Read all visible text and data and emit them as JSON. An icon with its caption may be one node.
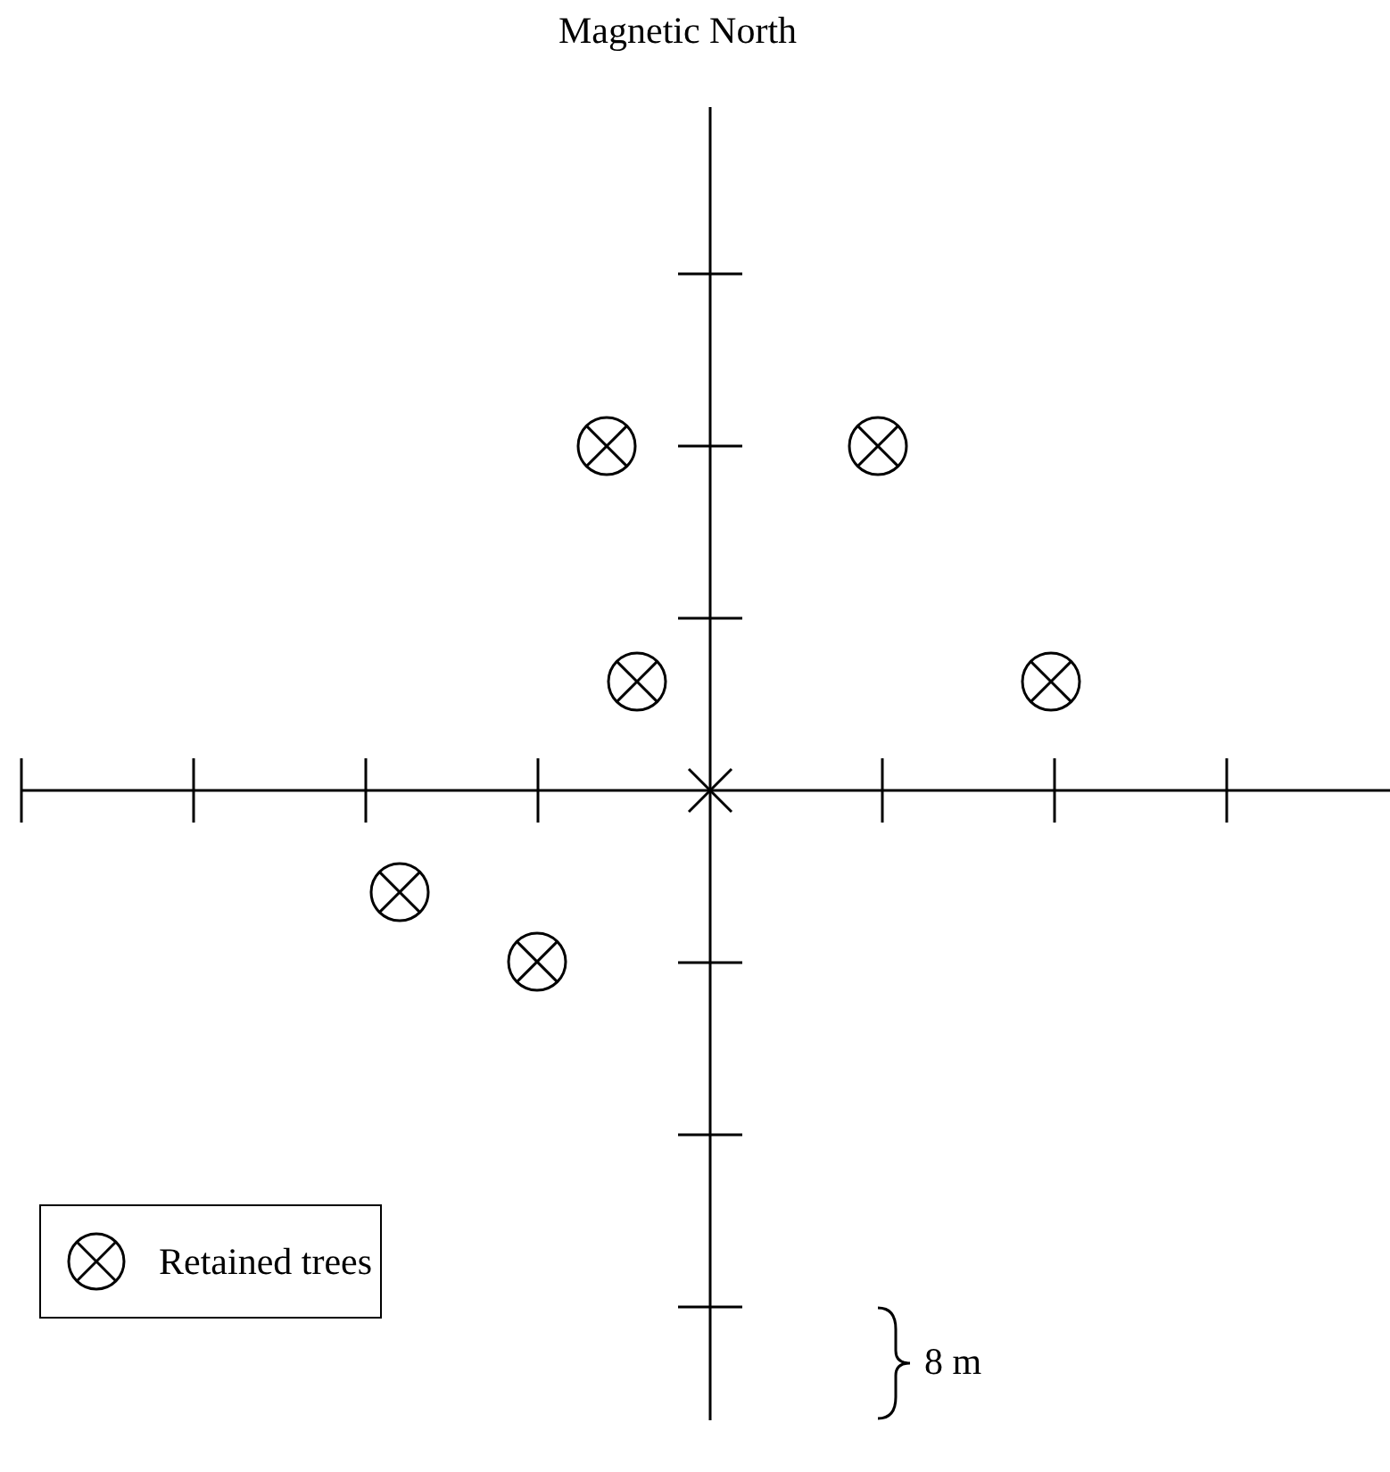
{
  "diagram": {
    "labels": [
      "Magnetic North",
      "8 m"
    ],
    "legend": [
      {
        "text": "Retained trees"
      }
    ]
  }
}
